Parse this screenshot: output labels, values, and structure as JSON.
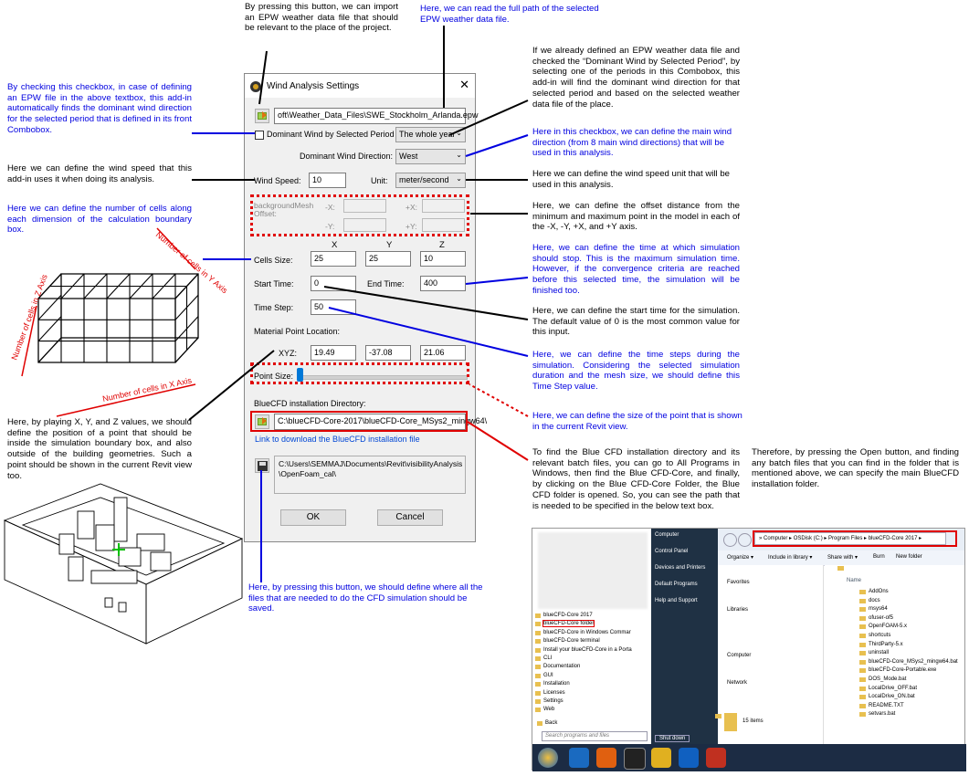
{
  "annotations": {
    "import_btn": "By pressing this button, we can import an EPW weather data file that should be relevant to the place of the project.",
    "full_path": "Here, we can read the full path of the selected EPW weather data file.",
    "dominant_checkbox": "By checking this checkbox, in case of defining an EPW file in the above textbox, this add-in automatically finds the dominant wind direction for the selected period that is defined in its front Combobox.",
    "period_combo": "If we already defined an EPW weather data file and checked the “Dominant Wind by Selected Period”, by selecting one of the periods in this Combobox, this add-in will find the dominant wind direction for that selected period and based on the selected weather data file of the place.",
    "direction": "Here in this checkbox, we can define the main wind direction (from 8 main wind directions) that will be used in this analysis.",
    "wind_speed": "Here we can define the wind speed that this add-in uses it when doing its analysis.",
    "unit": "Here we can define the wind speed unit that will be used in this analysis.",
    "cells": "Here we can define the number of cells along each dimension of the calculation boundary box.",
    "offset": "Here, we can define the offset distance from the minimum and maximum point in the model in each of the -X, -Y, +X, and +Y axis.",
    "end_time": "Here, we can define the time at which simulation should stop. This is the maximum simulation time. However, if the convergence criteria are reached before this selected time, the simulation will be finished too.",
    "start_time": "Here, we can define the start time for the simulation. The default value of 0 is the most common value for this input.",
    "time_step": "Here, we can define the time steps during the simulation. Considering the selected simulation duration and the mesh size, we should define this Time Step value.",
    "point_size": "Here, we can define the size of the point that is shown in the current Revit view.",
    "xyz": "Here, by playing X, Y, and Z values, we should define the position of a point that should be inside the simulation boundary box, and also outside of the building geometries. Such a point should be shown in the current Revit view too.",
    "bluecfd_find": "To find the Blue CFD installation directory and its relevant batch files, you can go to All Programs in Windows, then find the Blue CFD-Core, and finally, by clicking on the Blue CFD-Core Folder, the Blue CFD folder is opened. So, you can see the path that is needed to be specified in the below text box.",
    "bluecfd_open": "Therefore, by pressing the Open button, and finding any batch files that you can find in the folder that is mentioned above, we can specify the main BlueCFD installation folder.",
    "save_btn": "Here, by pressing this button, we should define where all the files that are needed to do the CFD simulation should be saved."
  },
  "boxlabels": {
    "z": "Number of cells in Z Axis",
    "y": "Number of cells in Y Axis",
    "x": "Number of cells in X Axis"
  },
  "dialog": {
    "title": "Wind Analysis Settings",
    "epw_path": "oft\\Weather_Data_Files\\SWE_Stockholm_Arlanda.epw",
    "dominant_label": "Dominant Wind by Selected Period",
    "period": "The whole year",
    "dir_label": "Dominant Wind Direction:",
    "direction": "West",
    "speed_label": "Wind Speed:",
    "speed": "10",
    "unit_label": "Unit:",
    "unit": "meter/second",
    "offset_label": "backgroundMesh Offset:",
    "mx": "-X:",
    "px": "+X:",
    "my": "-Y:",
    "py": "+Y:",
    "col_x": "X",
    "col_y": "Y",
    "col_z": "Z",
    "cells_label": "Cells Size:",
    "cx": "25",
    "cy": "25",
    "cz": "10",
    "start_label": "Start Time:",
    "start": "0",
    "end_label": "End Time:",
    "end": "400",
    "step_label": "Time Step:",
    "step": "50",
    "mat_label": "Material Point Location:",
    "xyz_label": "XYZ:",
    "px_val": "19.49",
    "py_val": "-37.08",
    "pz_val": "21.06",
    "point_label": "Point Size:",
    "point_size": 0.3,
    "blue_label": "BlueCFD installation Directory:",
    "blue_path": "C:\\blueCFD-Core-2017\\blueCFD-Core_MSys2_mingw64\\",
    "blue_link": "Link to download the BlueCFD installation file",
    "save_path_1": "C:\\Users\\SEMMAJ\\Documents\\Revit\\visibilityAnalysis",
    "save_path_2": "\\OpenFoam_cal\\",
    "ok": "OK",
    "cancel": "Cancel"
  },
  "explorer": {
    "start_left": [
      "blueCFD-Core 2017",
      "blueCFD-Core folder",
      "blueCFD-Core in Windows Commar",
      "blueCFD-Core terminal",
      "Install your blueCFD-Core in a Porta",
      "CLI",
      "Documentation",
      "GUI",
      "Installation",
      "Licenses",
      "Settings",
      "Web"
    ],
    "back": "Back",
    "search": "Search programs and files",
    "start_right": [
      "Computer",
      "Control Panel",
      "Devices and Printers",
      "Default Programs",
      "Help and Support"
    ],
    "shutdown": "Shut down",
    "address": "» Computer ▸ OSDisk (C:) ▸ Program Files ▸ blueCFD-Core 2017 ▸",
    "toolbar": [
      "Organize ▾",
      "Include in library ▾",
      "Share with ▾",
      "Burn",
      "New folder"
    ],
    "nav": [
      "Favorites",
      "Libraries",
      "Computer",
      "Network"
    ],
    "name_col": "Name",
    "files": [
      "AddOns",
      "docs",
      "msys64",
      "ofuser-of5",
      "OpenFOAM-5.x",
      "shortcuts",
      "ThirdParty-5.x",
      "uninstall",
      "blueCFD-Core_MSys2_mingw64.bat",
      "blueCFD-Core-Portable.exe",
      "DOS_Mode.bat",
      "LocalDrive_OFF.bat",
      "LocalDrive_ON.bat",
      "README.TXT",
      "setvars.bat"
    ],
    "count": "15 items"
  },
  "colors": {
    "accent_blue": "#0000e0",
    "accent_red": "#e00000"
  }
}
